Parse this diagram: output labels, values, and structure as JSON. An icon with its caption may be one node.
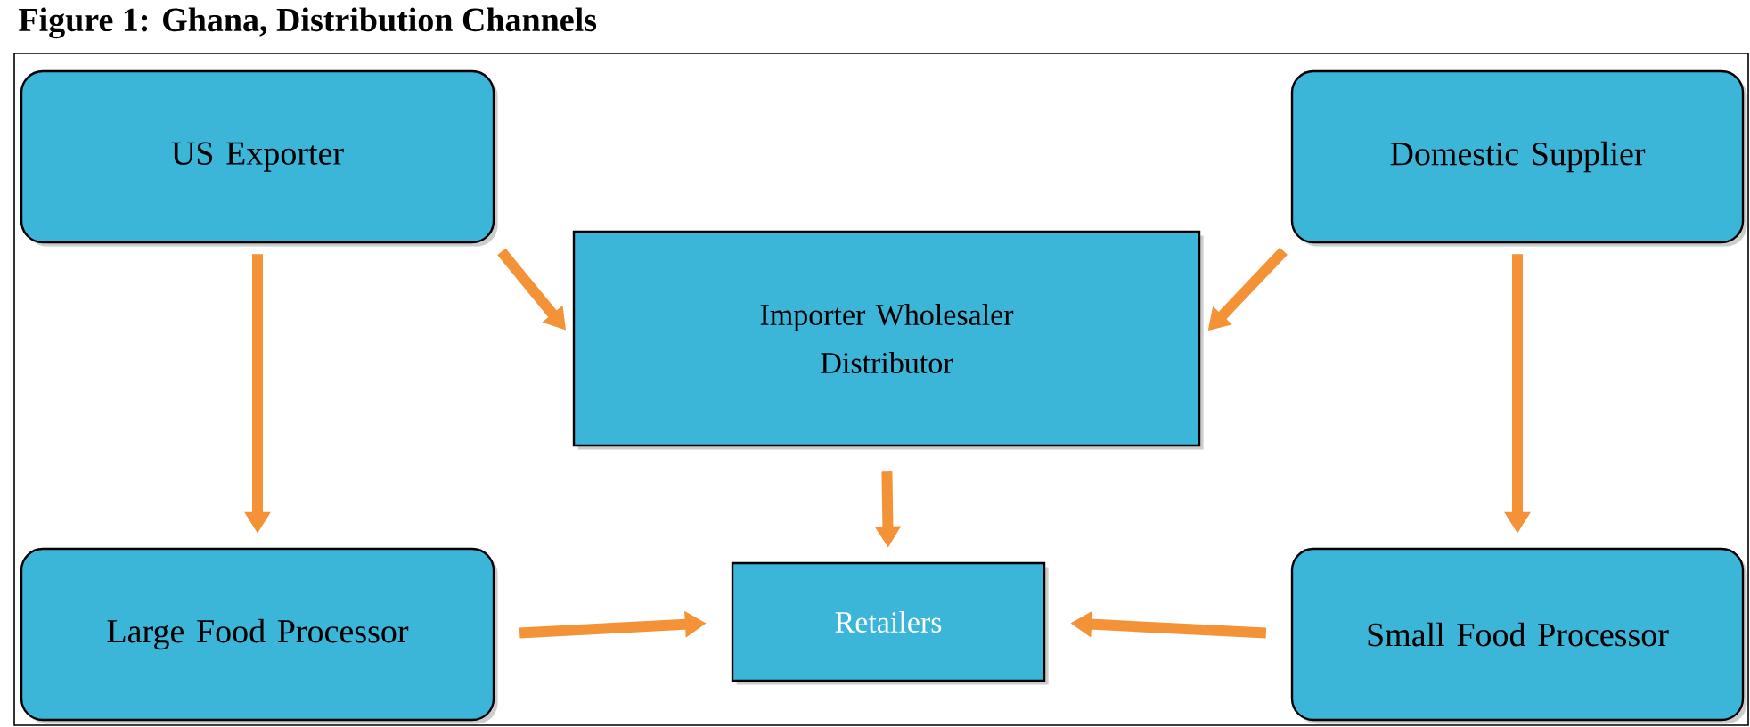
{
  "diagram": {
    "title": "Figure 1: Ghana, Distribution Channels",
    "nodes": [
      {
        "text": [
          "US Exporter"
        ]
      },
      {
        "text": [
          "Domestic Supplier"
        ]
      },
      {
        "text": [
          "Importer Wholesaler Distributor"
        ]
      },
      {
        "text": [
          "Large Food Processor"
        ]
      },
      {
        "text": [
          "Retailers"
        ]
      },
      {
        "text": [
          "Small Food Processor"
        ]
      }
    ],
    "edges": [
      {
        "from": 0,
        "to": 2,
        "arrow": "to"
      },
      {
        "from": 1,
        "to": 2,
        "arrow": "to"
      },
      {
        "from": 0,
        "to": 3,
        "arrow": "to"
      },
      {
        "from": 1,
        "to": 5,
        "arrow": "to"
      },
      {
        "from": 2,
        "to": 4,
        "arrow": "to"
      },
      {
        "from": 3,
        "to": 4,
        "arrow": "to"
      },
      {
        "from": 5,
        "to": 4,
        "arrow": "to"
      }
    ]
  }
}
